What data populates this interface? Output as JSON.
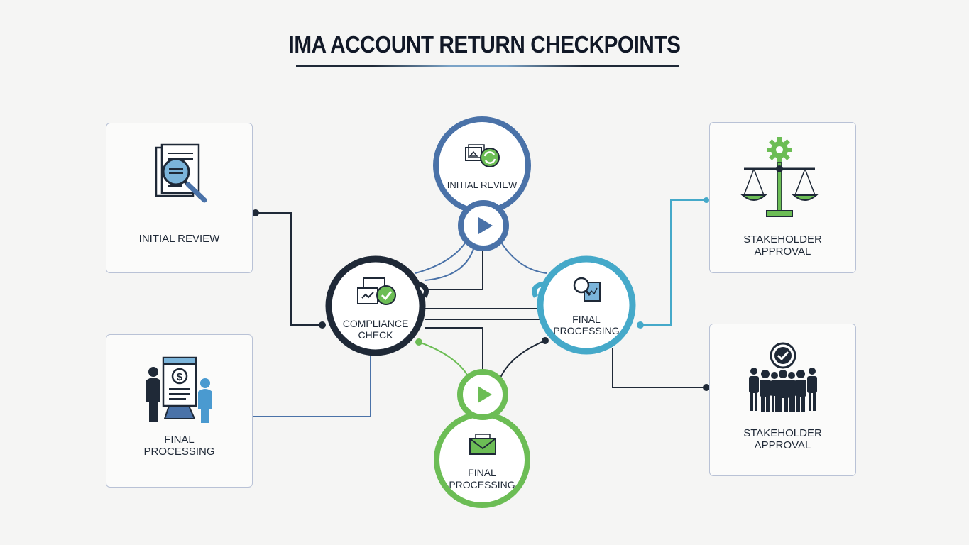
{
  "title": "IMA ACCOUNT RETURN CHECKPOINTS",
  "colors": {
    "dark": "#1f2937",
    "blue": "#4a72a8",
    "teal": "#45a9c9",
    "green": "#6cbd55",
    "card_border": "#b9c2d6"
  },
  "cards": {
    "top_left": {
      "label": "INITIAL REVIEW",
      "icon": "document-magnifier-icon"
    },
    "bottom_left": {
      "label_line1": "FINAL",
      "label_line2": "PROCESSING",
      "icon": "people-document-dollar-icon"
    },
    "top_right": {
      "label_line1": "STAKEHOLDER",
      "label_line2": "APPROVAL",
      "icon": "scales-gear-icon"
    },
    "bottom_right": {
      "label_line1": "STAKEHOLDER",
      "label_line2": "APPROVAL",
      "icon": "group-check-icon"
    }
  },
  "nodes": {
    "top": {
      "label": "INITIAL REVIEW",
      "icon": "documents-sync-icon",
      "badge": "play-icon"
    },
    "left": {
      "label_line1": "COMPLIANCE",
      "label_line2": "CHECK",
      "icon": "screens-check-icon"
    },
    "right": {
      "label_line1": "FINAL",
      "label_line2": "PROCESSING",
      "icon": "magnifier-document-icon"
    },
    "bottom": {
      "label_line1": "FINAL",
      "label_line2": "PROCESSING",
      "icon": "envelope-icon",
      "badge": "play-icon"
    }
  }
}
